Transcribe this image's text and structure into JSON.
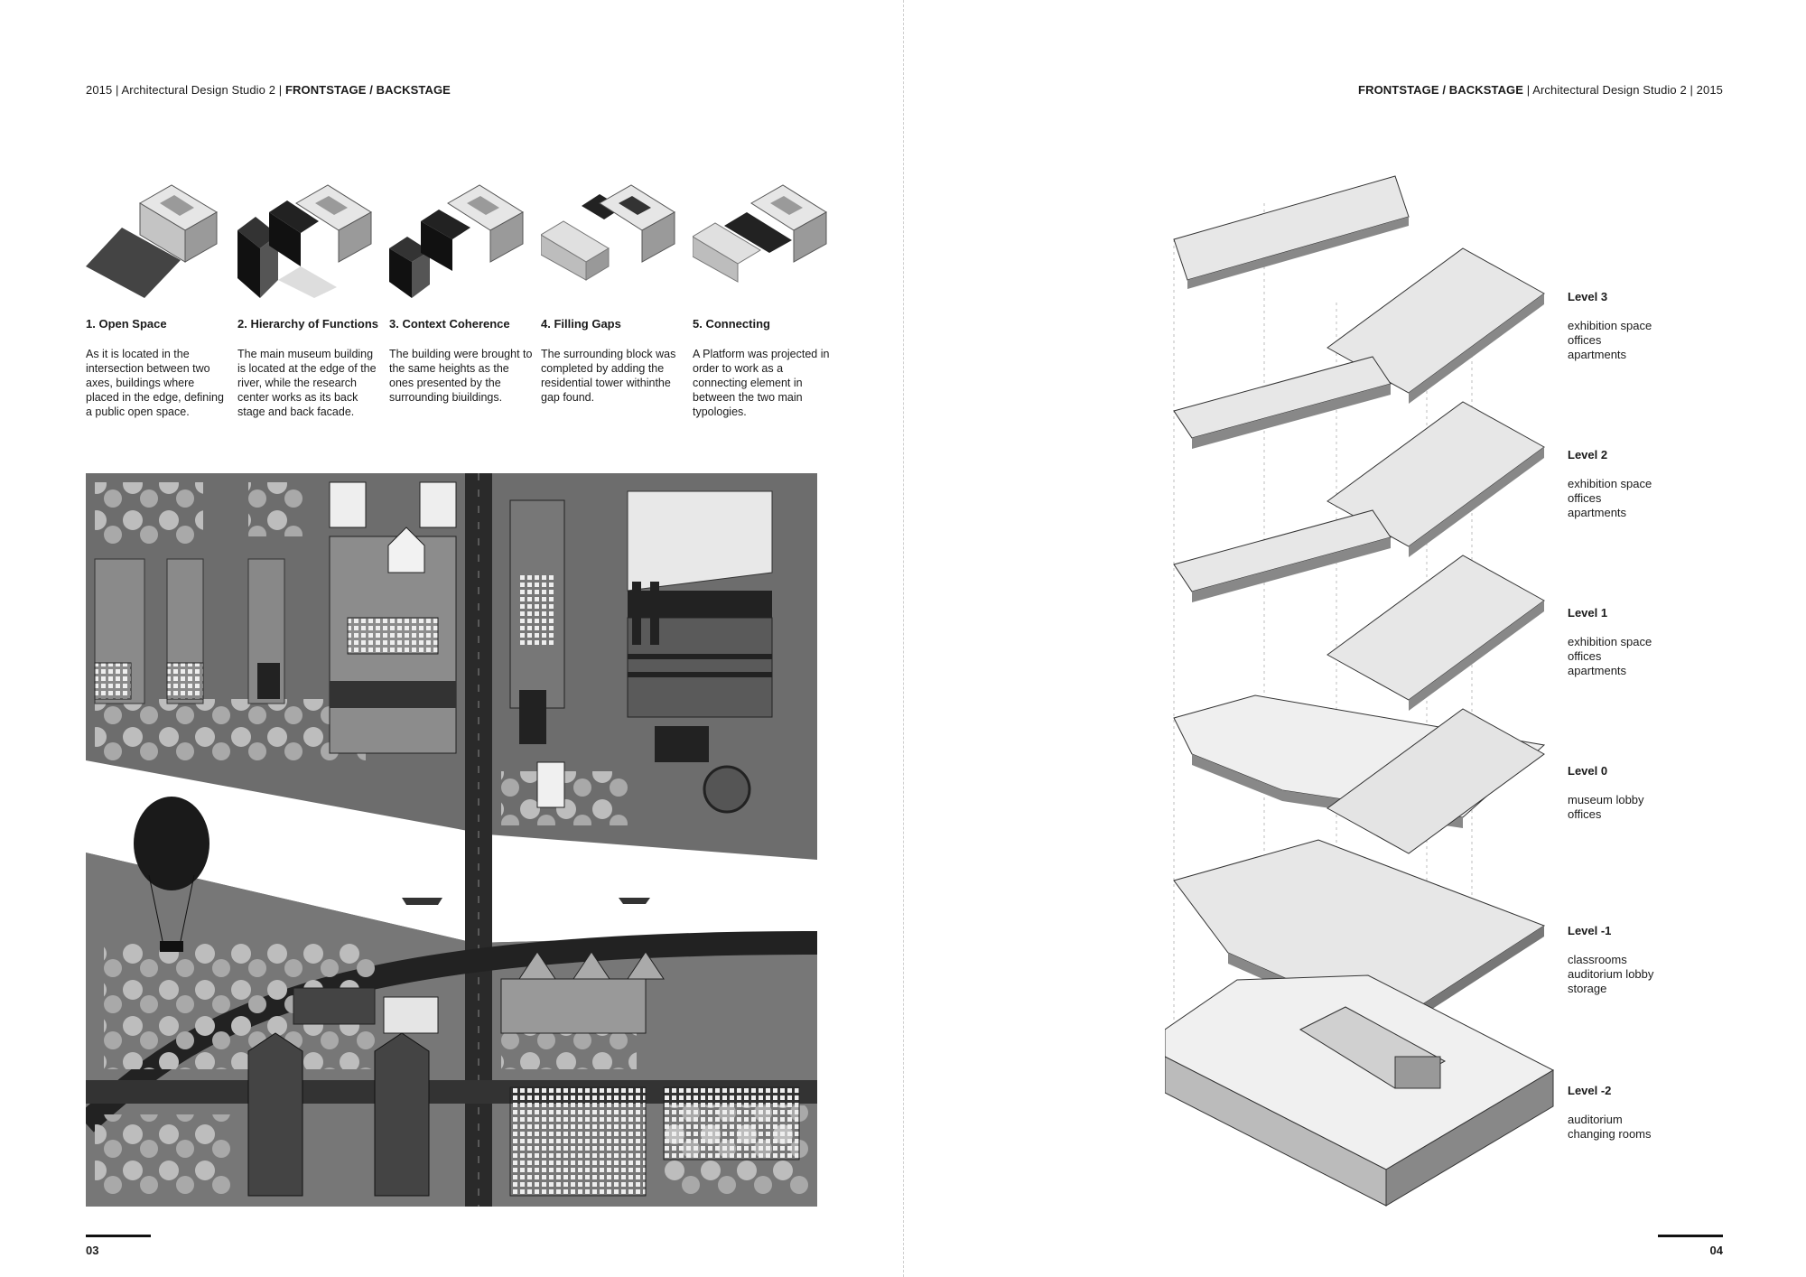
{
  "header": {
    "left_prefix": "2015 | Architectural Design Studio 2 | ",
    "left_bold": "FRONTSTAGE / BACKSTAGE",
    "right_bold": "FRONTSTAGE / BACKSTAGE",
    "right_suffix": " | Architectural Design Studio 2 | 2015"
  },
  "steps": [
    {
      "title": "1. Open Space",
      "text": "As it is located in the intersection between two axes, buildings where placed in the edge, defining a public open space."
    },
    {
      "title": "2. Hierarchy of Functions",
      "text": "The main museum building is located at the edge of the river, while the research center works as its back stage and back facade."
    },
    {
      "title": "3. Context Coherence",
      "text": "The building were brought to the same heights as the ones presented by the surrounding biuildings."
    },
    {
      "title": "4. Filling Gaps",
      "text": "The surrounding block was completed by adding the residential tower withinthe gap found."
    },
    {
      "title": "5. Connecting",
      "text": "A Platform was projected in order to work as a connecting element in between the two main typologies."
    }
  ],
  "levels": [
    {
      "name": "Level 3",
      "items": [
        "exhibition space",
        "offices",
        "apartments"
      ]
    },
    {
      "name": "Level 2",
      "items": [
        "exhibition space",
        "offices",
        "apartments"
      ]
    },
    {
      "name": "Level 1",
      "items": [
        "exhibition space",
        "offices",
        "apartments"
      ]
    },
    {
      "name": "Level 0",
      "items": [
        "museum lobby",
        "offices"
      ]
    },
    {
      "name": "Level -1",
      "items": [
        "classrooms",
        "auditorium lobby",
        "storage"
      ]
    },
    {
      "name": "Level -2",
      "items": [
        "auditorium",
        "changing rooms"
      ]
    }
  ],
  "page_numbers": {
    "left": "03",
    "right": "04"
  },
  "colors": {
    "ink": "#1a1a1a",
    "plan_gray": "#6d6d6d",
    "light_gray": "#d8d8d8"
  }
}
